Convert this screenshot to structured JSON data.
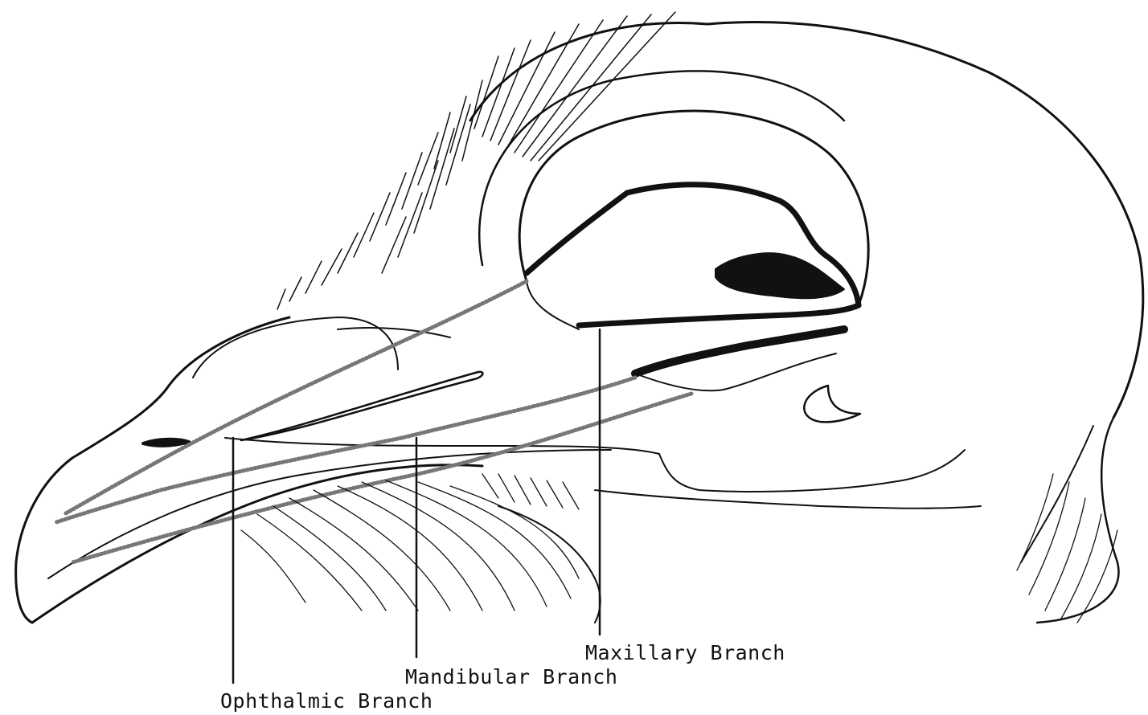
{
  "labels": {
    "maxillary": "Maxillary Branch",
    "mandibular": "Mandibular Branch",
    "ophthalmic": "Ophthalmic Branch"
  },
  "colors": {
    "ink": "#111111",
    "background": "#ffffff",
    "nerve_stipple": "#777777"
  }
}
